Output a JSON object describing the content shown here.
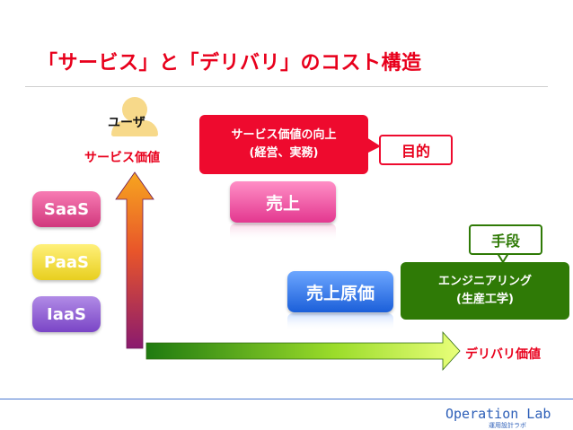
{
  "title": "「サービス」と「デリバリ」のコスト構造",
  "user": {
    "label": "ユーザ",
    "icon": "person-icon"
  },
  "axes": {
    "vertical_label": "サービス価値",
    "horizontal_label": "デリバリ価値"
  },
  "tiers": [
    {
      "label": "SaaS",
      "color": "#e0488c"
    },
    {
      "label": "PaaS",
      "color": "#f1da2a"
    },
    {
      "label": "IaaS",
      "color": "#8a55d0"
    }
  ],
  "goal_callout": {
    "line1": "サービス価値の向上",
    "line2": "(経営、実務)",
    "color": "#ee0a2e"
  },
  "purpose_tag": "目的",
  "sales_box": "売上",
  "cogs_box": "売上原価",
  "means_callout": {
    "line1": "エンジニアリング",
    "line2": "(生産工学)",
    "color": "#2f7a06"
  },
  "means_tag": "手段",
  "footer": {
    "brand": "Operation Lab",
    "sub": "運用設計ラボ"
  }
}
